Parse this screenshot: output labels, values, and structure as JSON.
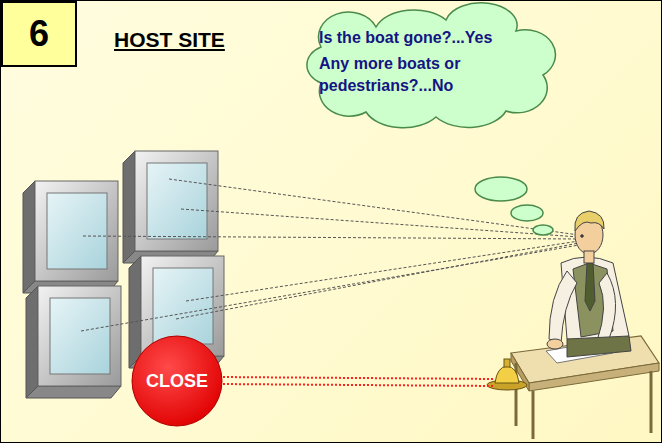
{
  "diagram": {
    "title": "HOST SITE",
    "nodes": [
      {
        "text": [
          "6"
        ]
      },
      {
        "text": [
          "Is the boat gone?...Yes",
          "Any more boats or pedestrians?...No"
        ]
      },
      {
        "text": [
          "CLOSE"
        ]
      }
    ]
  }
}
